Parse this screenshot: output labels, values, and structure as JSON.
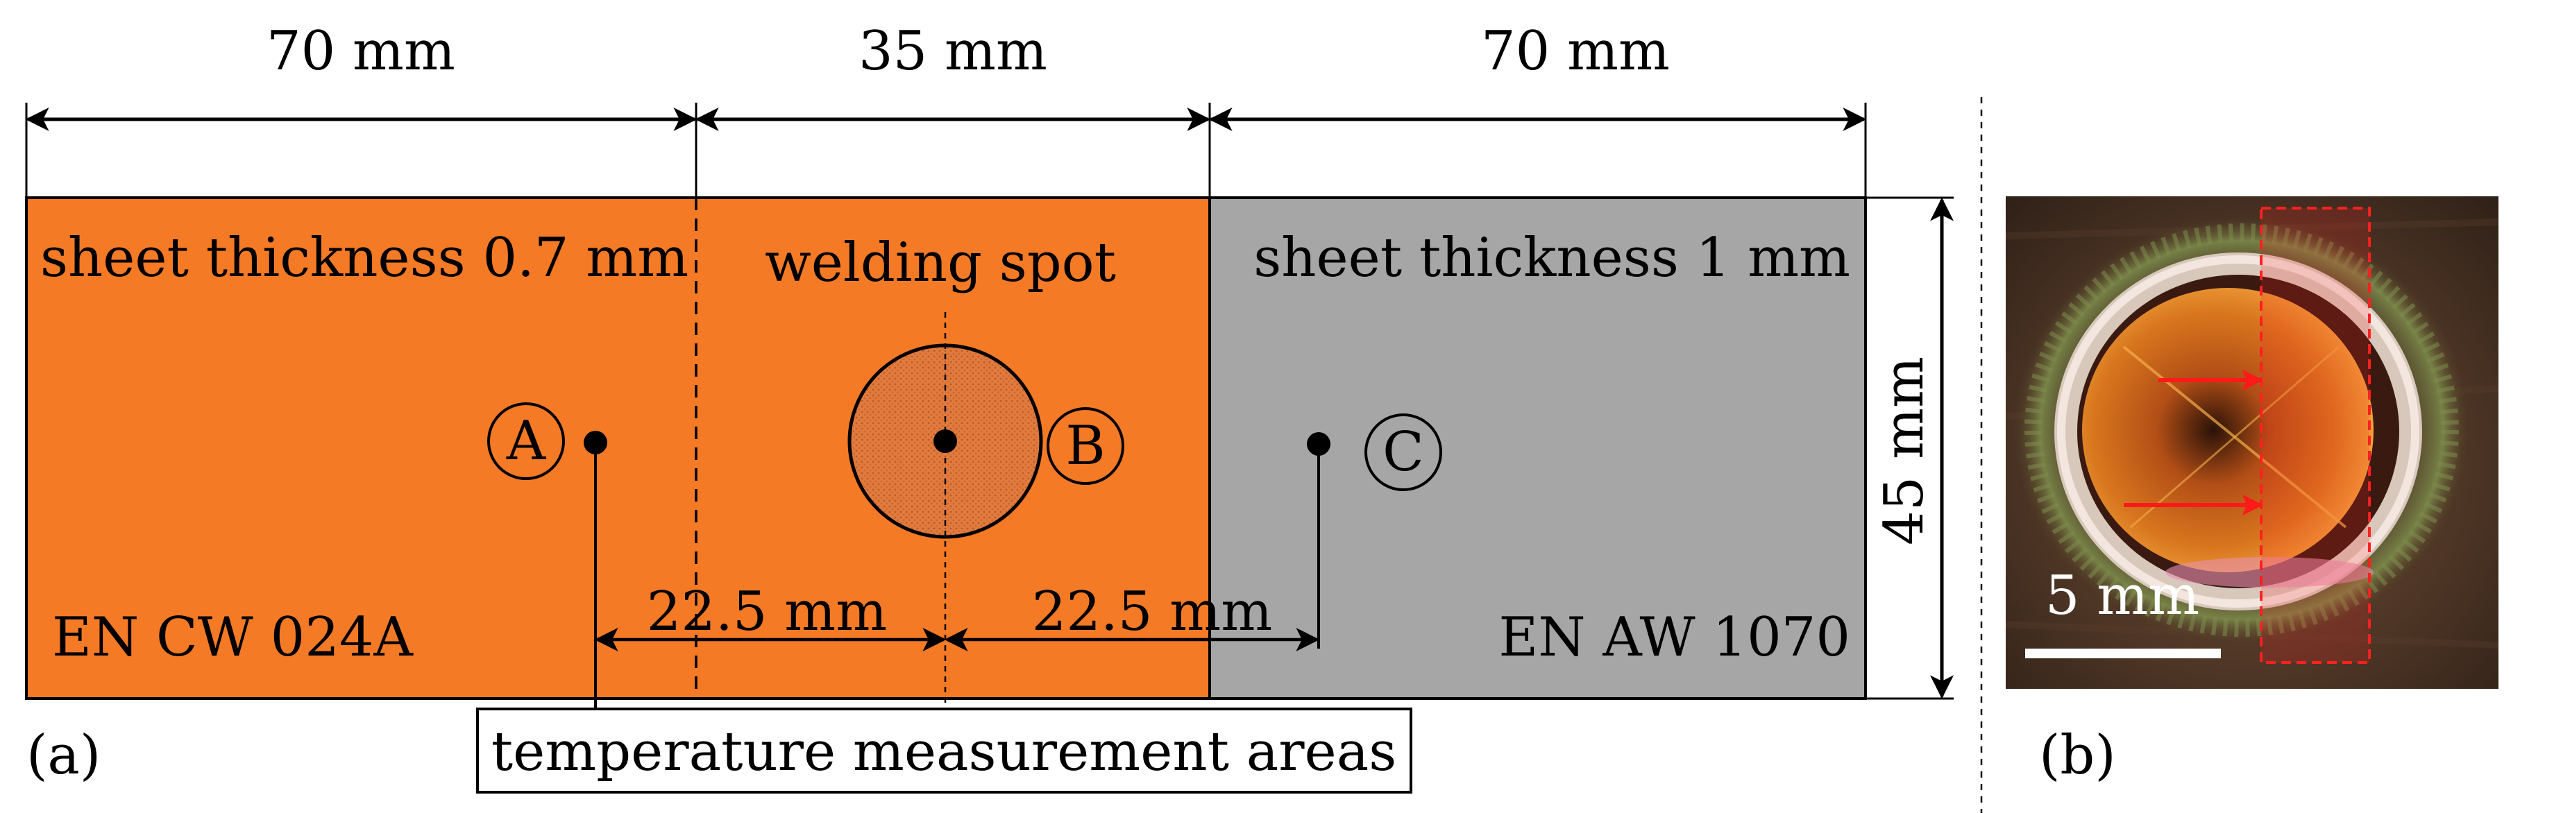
{
  "dimensions": {
    "left_width": "70 mm",
    "middle_width": "35 mm",
    "right_width": "70 mm",
    "height": "45 mm",
    "offset_left": "22.5 mm",
    "offset_right": "22.5 mm"
  },
  "sheets": {
    "left": {
      "thickness_label": "sheet thickness 0.7 mm",
      "material": "EN CW 024A",
      "color": "#f47a26"
    },
    "right": {
      "thickness_label": "sheet thickness 1 mm",
      "material": "EN AW 1070",
      "color": "#a6a6a6"
    }
  },
  "welding_spot_label": "welding spot",
  "points": {
    "a": "A",
    "b": "B",
    "c": "C"
  },
  "measurement_label": "temperature measurement areas",
  "panel_labels": {
    "a": "(a)",
    "b": "(b)"
  },
  "photo": {
    "scale_label": "5 mm",
    "box_color": "#ff2020",
    "arrow_color": "#ff1a1a"
  }
}
